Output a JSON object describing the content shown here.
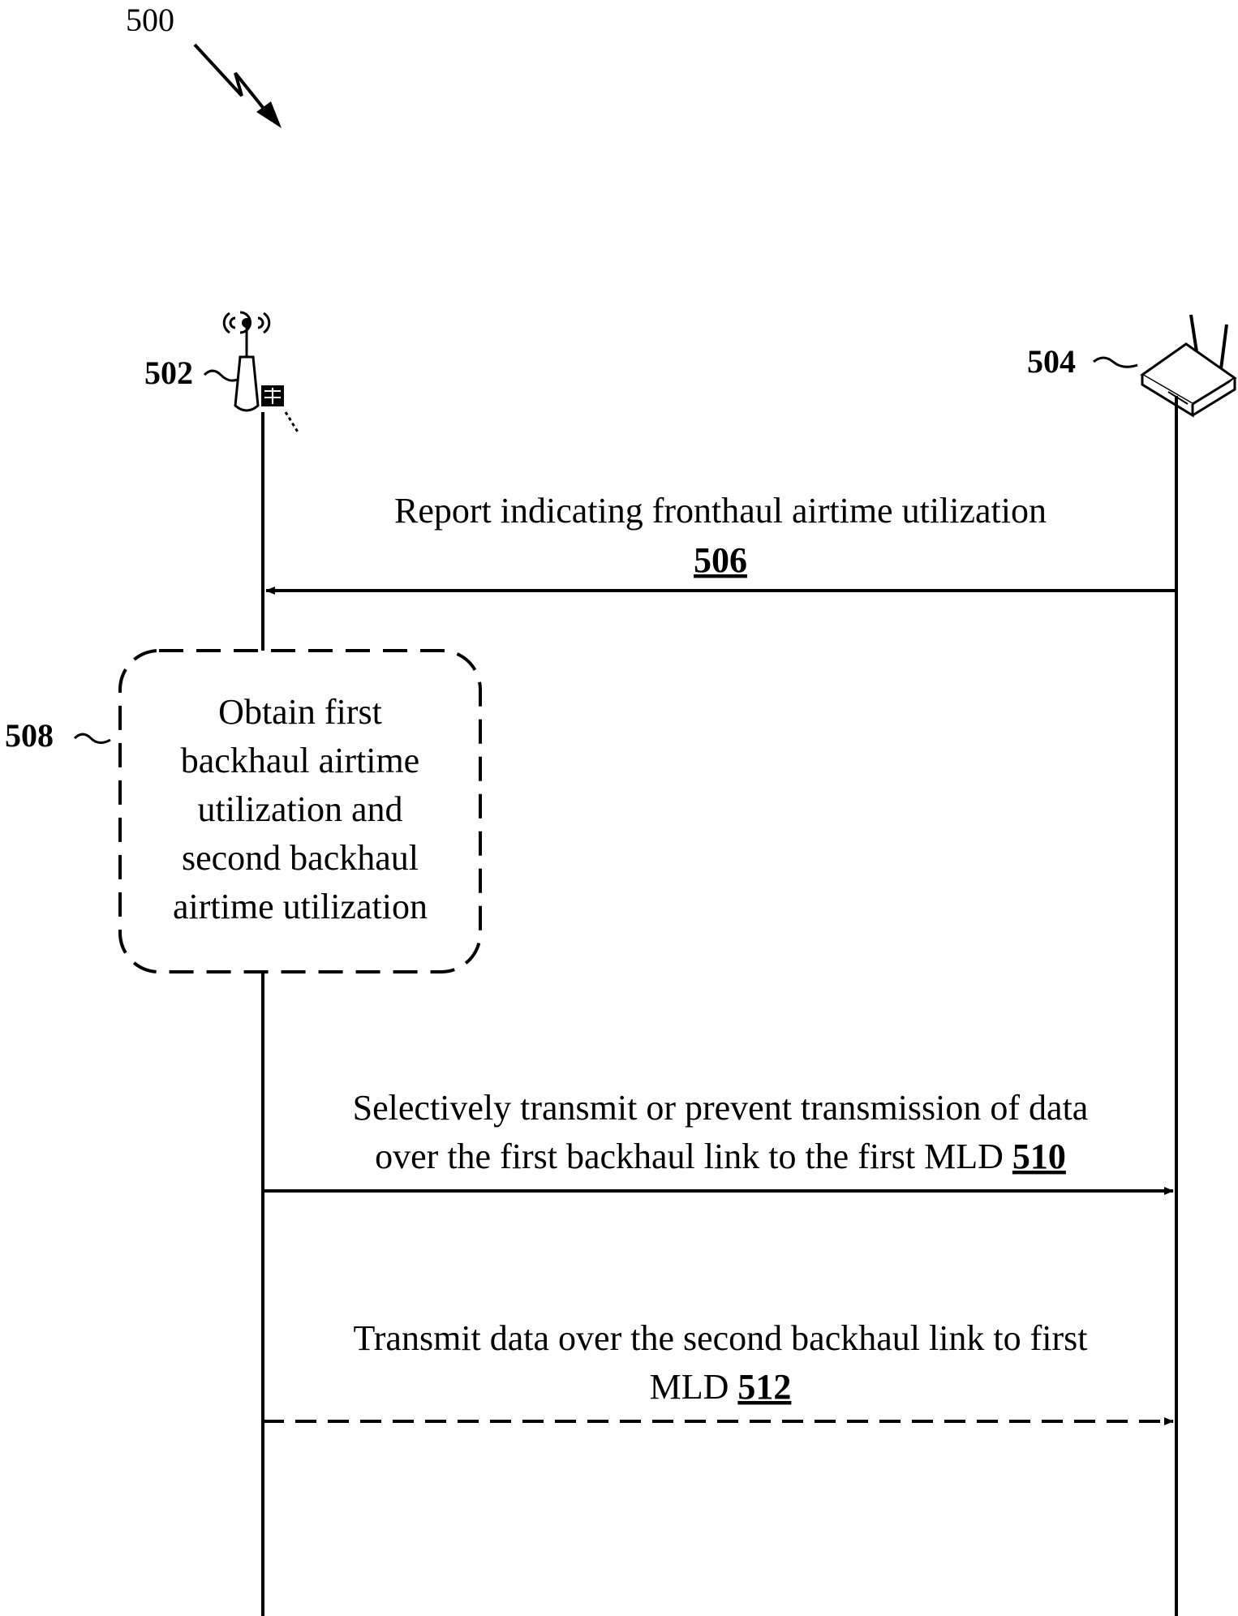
{
  "figure": {
    "number": "500"
  },
  "nodes": {
    "left_device": {
      "ref": "502",
      "icon": "access-point-icon"
    },
    "right_device": {
      "ref": "504",
      "icon": "router-icon"
    }
  },
  "messages": [
    {
      "line1": "Report indicating fronthaul airtime utilization",
      "line2": "",
      "ref": "506",
      "direction": "right-to-left",
      "style": "solid"
    },
    {
      "line1": "Selectively transmit or prevent transmission of data",
      "line2": "over the first backhaul link to the first MLD ",
      "ref": "510",
      "direction": "left-to-right",
      "style": "solid"
    },
    {
      "line1": "Transmit data over the second backhaul link to first",
      "line2": "MLD ",
      "ref": "512",
      "direction": "left-to-right",
      "style": "dashed"
    }
  ],
  "process_box": {
    "ref": "508",
    "lines": [
      "Obtain first",
      "backhaul airtime",
      "utilization and",
      "second backhaul",
      "airtime utilization"
    ],
    "style": "dashed-rounded"
  }
}
